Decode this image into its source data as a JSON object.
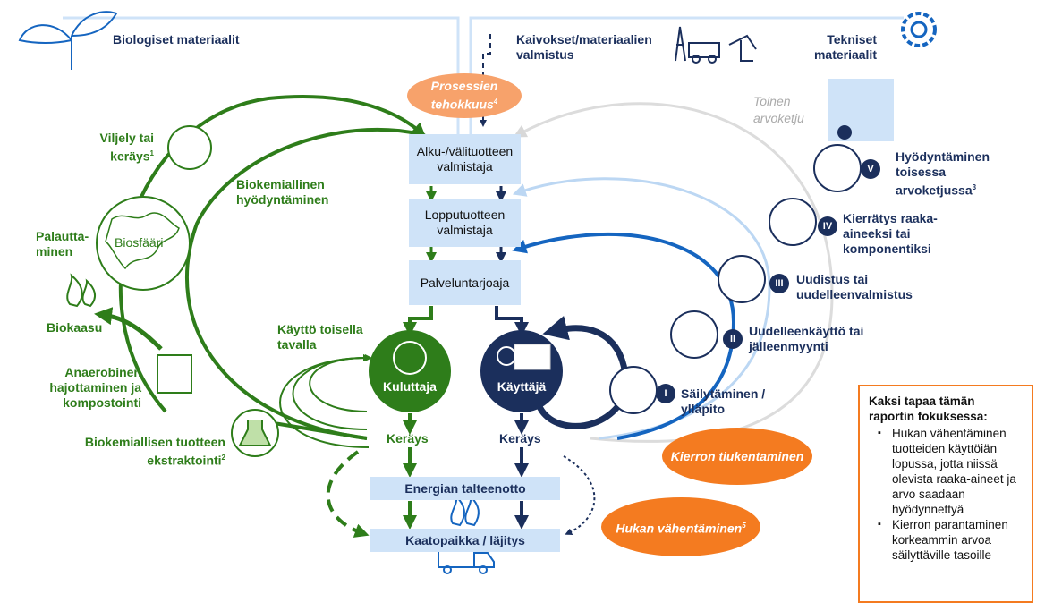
{
  "headings": {
    "biologiset": "Biologiset materiaalit",
    "kaivokset": "Kaivokset/materiaalien valmistus",
    "tekniset": "Tekniset materiaalit"
  },
  "bio_labels": {
    "viljely": "Viljely tai keräys",
    "viljely_sup": "1",
    "palauttaminen": "Palautta-minen",
    "biosfaari": "Biosfääri",
    "biokaasu": "Biokaasu",
    "anaerobinen": "Anaerobinen hajottaminen ja kompostointi",
    "biokemiallinen_hyodyntaminen": "Biokemiallinen hyödyntäminen",
    "biokemiallisen_tuotteen": "Biokemiallisen tuotteen ekstraktointi",
    "biokemiallisen_sup": "2",
    "kaytto_toisella": "Käyttö toisella tavalla",
    "kuluttaja": "Kuluttaja",
    "keraus_left": "Keräys"
  },
  "chain": {
    "prosessien": "Prosessien tehokkuus",
    "prosessien_sup": "4",
    "alku": "Alku-/välituotteen valmistaja",
    "loppu": "Lopputuotteen valmistaja",
    "palvelu": "Palveluntarjoaja",
    "kayttaja": "Käyttäjä",
    "keraus_right": "Keräys",
    "energia": "Energian talteenotto",
    "kaatopaikka": "Kaatopaikka / läjitys"
  },
  "tech_labels": {
    "toinen": "Toinen arvoketju",
    "v_num": "V",
    "v_label": "Hyödyntäminen toisessa arvoketjussa",
    "v_sup": "3",
    "iv_num": "IV",
    "iv_label": "Kierrätys raaka-aineeksi tai komponentiksi",
    "iii_num": "III",
    "iii_label": "Uudistus tai uudelleenvalmistus",
    "ii_num": "II",
    "ii_label": "Uudelleenkäyttö tai jälleenmyynti",
    "i_num": "I",
    "i_label": "Säilytäminen / ylläpito"
  },
  "ovals": {
    "kierron": "Kierron tiukentaminen",
    "hukan": "Hukan vähentäminen",
    "hukan_sup": "5"
  },
  "focus": {
    "title": "Kaksi tapaa tämän raportin fokuksessa:",
    "items": [
      "Hukan vähentäminen tuotteiden käyttöiän lopussa, jotta niissä olevista raaka-aineet ja arvo saadaan hyödynnettyä",
      "Kierron parantaminen korkeammin arvoa säilyttäville tasoille"
    ]
  },
  "colors": {
    "green": "#2e7d1a",
    "navy": "#1b2f5c",
    "blue": "#1565c0",
    "lightblue": "#cfe3f8",
    "orange": "#f47b20"
  }
}
